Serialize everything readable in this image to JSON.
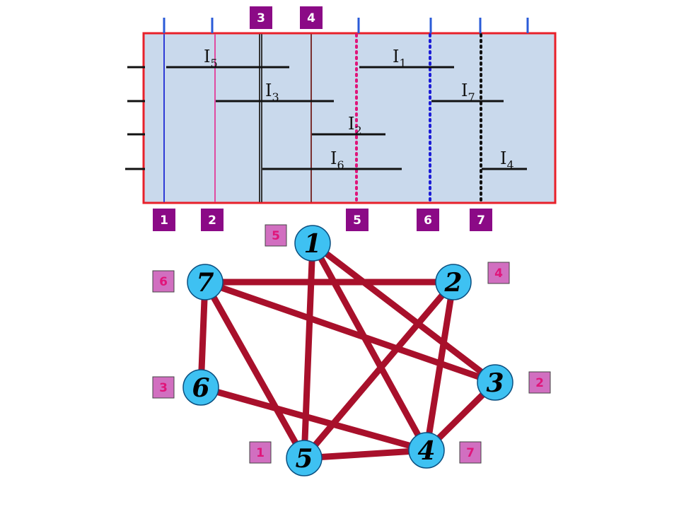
{
  "interval_diagram": {
    "intervals": [
      {
        "id": "I5",
        "base": "I",
        "sub": "5"
      },
      {
        "id": "I1",
        "base": "I",
        "sub": "1"
      },
      {
        "id": "I3",
        "base": "I",
        "sub": "3"
      },
      {
        "id": "I7",
        "base": "I",
        "sub": "7"
      },
      {
        "id": "I2",
        "base": "I",
        "sub": "2"
      },
      {
        "id": "I6",
        "base": "I",
        "sub": "6"
      },
      {
        "id": "I4",
        "base": "I",
        "sub": "4"
      }
    ],
    "bottom_tags": [
      "1",
      "2",
      "5",
      "6",
      "7"
    ],
    "top_tags": [
      "3",
      "4"
    ],
    "colors": {
      "panel_fill": "#c9d9ec",
      "panel_border": "#e8202a",
      "tag_fill": "#8b0a86",
      "tag_text": "#ffffff",
      "tick_blue": "#2a5bd8"
    }
  },
  "graph": {
    "nodes": [
      {
        "id": "1",
        "label": "1",
        "color_tag": "5"
      },
      {
        "id": "2",
        "label": "2",
        "color_tag": "4"
      },
      {
        "id": "3",
        "label": "3",
        "color_tag": "2"
      },
      {
        "id": "4",
        "label": "4",
        "color_tag": "7"
      },
      {
        "id": "5",
        "label": "5",
        "color_tag": "1"
      },
      {
        "id": "6",
        "label": "6",
        "color_tag": "3"
      },
      {
        "id": "7",
        "label": "7",
        "color_tag": "6"
      }
    ],
    "edges": [
      [
        "1",
        "5"
      ],
      [
        "1",
        "4"
      ],
      [
        "1",
        "3"
      ],
      [
        "7",
        "2"
      ],
      [
        "7",
        "3"
      ],
      [
        "7",
        "6"
      ],
      [
        "7",
        "5"
      ],
      [
        "2",
        "5"
      ],
      [
        "2",
        "4"
      ],
      [
        "6",
        "4"
      ],
      [
        "3",
        "4"
      ],
      [
        "5",
        "4"
      ]
    ],
    "colors": {
      "node_fill": "#3ec1f2",
      "edge": "#a8102b",
      "tag_fill": "#d16fc0",
      "tag_text": "#e0157a"
    }
  }
}
